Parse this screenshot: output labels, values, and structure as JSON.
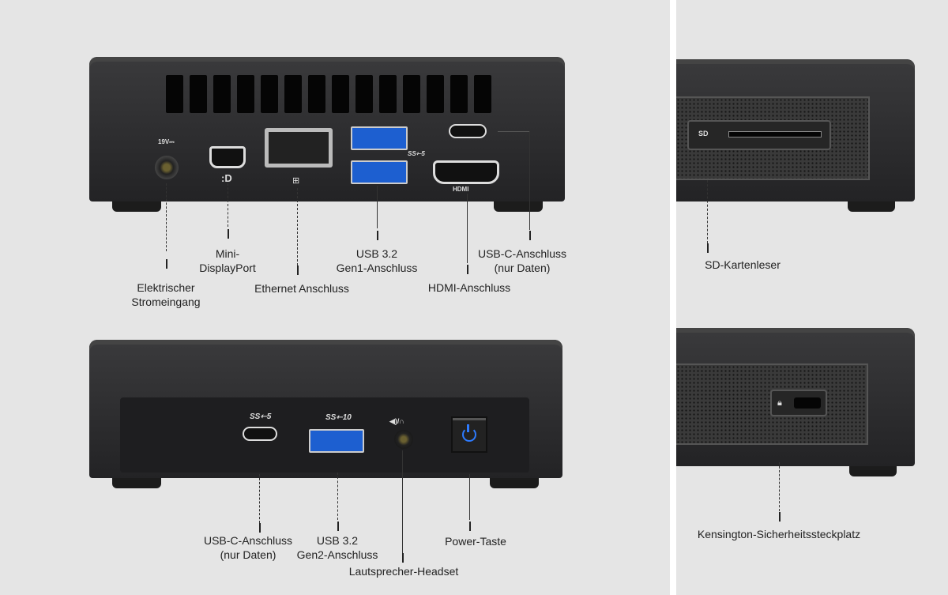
{
  "top_labels": {
    "power_input": [
      "Elektrischer",
      "Stromeingang"
    ],
    "mini_dp": [
      "Mini-",
      "DisplayPort"
    ],
    "ethernet": [
      "Ethernet Anschluss"
    ],
    "usb_gen1": [
      "USB 3.2",
      "Gen1-Anschluss"
    ],
    "hdmi": [
      "HDMI-Anschluss"
    ],
    "usbc_rear": [
      "USB-C-Anschluss",
      "(nur Daten)"
    ]
  },
  "bottom_labels": {
    "usbc_front": [
      "USB-C-Anschluss",
      "(nur Daten)"
    ],
    "usb_gen2": [
      "USB 3.2",
      "Gen2-Anschluss"
    ],
    "headset": [
      "Lautsprecher-Headset"
    ],
    "power_button": [
      "Power-Taste"
    ]
  },
  "side_labels": {
    "sd": "SD-Kartenleser",
    "kensington": "Kensington-Sicherheitssteckplatz"
  },
  "port_marks": {
    "dc": "19V⎓",
    "dp": ":D",
    "hdmi": "HDMI",
    "ss5": "SS⇽5",
    "ss10": "SS⇽10",
    "sd": "SD",
    "audio": "◀)/∩"
  },
  "colors": {
    "usb_blue": "#1d5fd0",
    "power_led": "#2d7bff"
  }
}
